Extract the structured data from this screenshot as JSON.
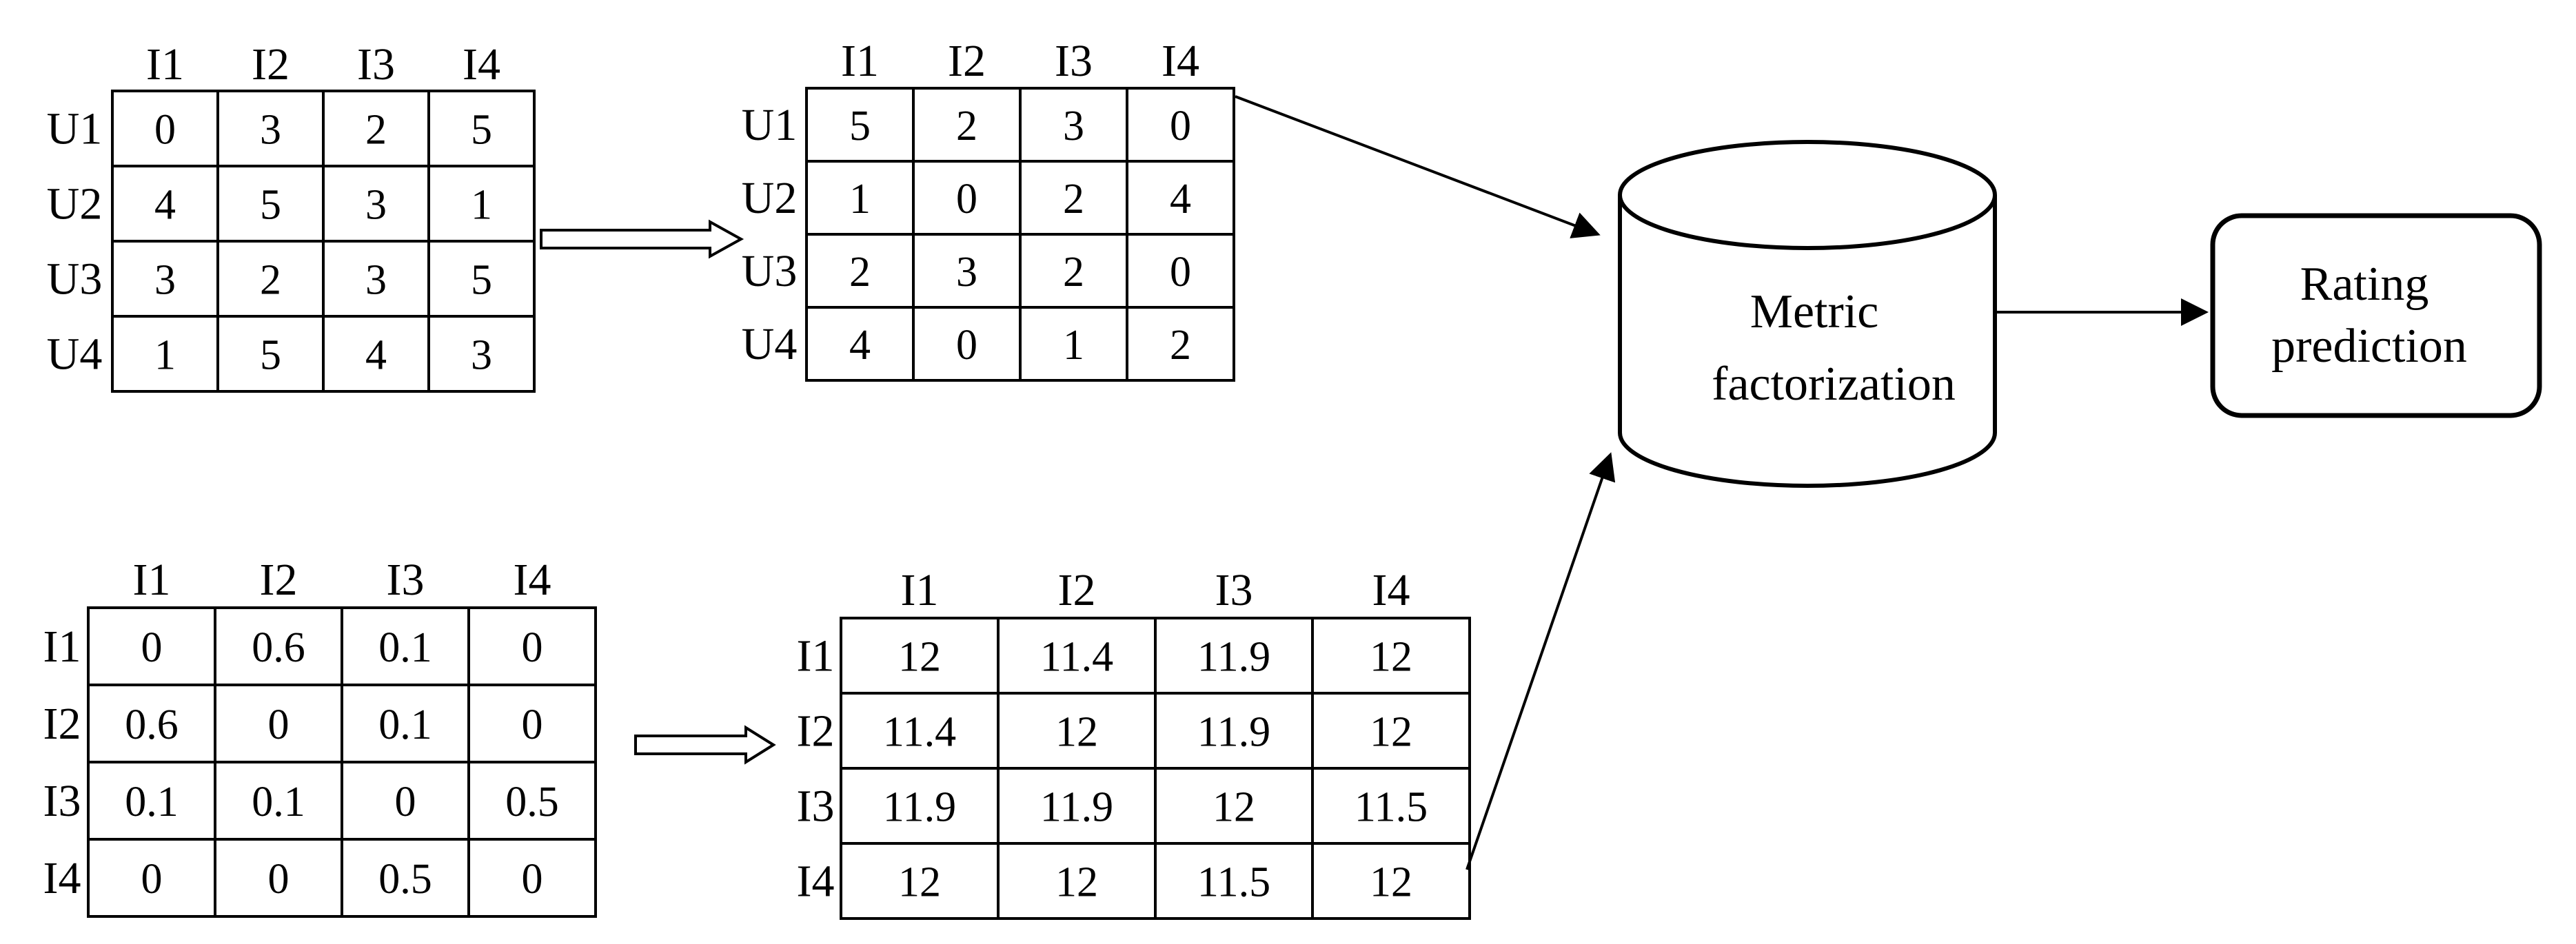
{
  "matrices": [
    {
      "id": "rating-matrix-original",
      "col_headers": [
        "I1",
        "I2",
        "I3",
        "I4"
      ],
      "row_headers": [
        "U1",
        "U2",
        "U3",
        "U4"
      ],
      "cells": [
        [
          "0",
          "3",
          "2",
          "5"
        ],
        [
          "4",
          "5",
          "3",
          "1"
        ],
        [
          "3",
          "2",
          "3",
          "5"
        ],
        [
          "1",
          "5",
          "4",
          "3"
        ]
      ]
    },
    {
      "id": "rating-matrix-transformed",
      "col_headers": [
        "I1",
        "I2",
        "I3",
        "I4"
      ],
      "row_headers": [
        "U1",
        "U2",
        "U3",
        "U4"
      ],
      "cells": [
        [
          "5",
          "2",
          "3",
          "0"
        ],
        [
          "1",
          "0",
          "2",
          "4"
        ],
        [
          "2",
          "3",
          "2",
          "0"
        ],
        [
          "4",
          "0",
          "1",
          "2"
        ]
      ]
    },
    {
      "id": "item-similarity-matrix",
      "col_headers": [
        "I1",
        "I2",
        "I3",
        "I4"
      ],
      "row_headers": [
        "I1",
        "I2",
        "I3",
        "I4"
      ],
      "cells": [
        [
          "0",
          "0.6",
          "0.1",
          "0"
        ],
        [
          "0.6",
          "0",
          "0.1",
          "0"
        ],
        [
          "0.1",
          "0.1",
          "0",
          "0.5"
        ],
        [
          "0",
          "0",
          "0.5",
          "0"
        ]
      ]
    },
    {
      "id": "item-distance-matrix",
      "col_headers": [
        "I1",
        "I2",
        "I3",
        "I4"
      ],
      "row_headers": [
        "I1",
        "I2",
        "I3",
        "I4"
      ],
      "cells": [
        [
          "12",
          "11.4",
          "11.9",
          "12"
        ],
        [
          "11.4",
          "12",
          "11.9",
          "12"
        ],
        [
          "11.9",
          "11.9",
          "12",
          "11.5"
        ],
        [
          "12",
          "12",
          "11.5",
          "12"
        ]
      ]
    }
  ],
  "metric_factorization": {
    "line1": "Metric",
    "line2": "factorization"
  },
  "rating_prediction": {
    "line1": "Rating",
    "line2": "prediction"
  }
}
